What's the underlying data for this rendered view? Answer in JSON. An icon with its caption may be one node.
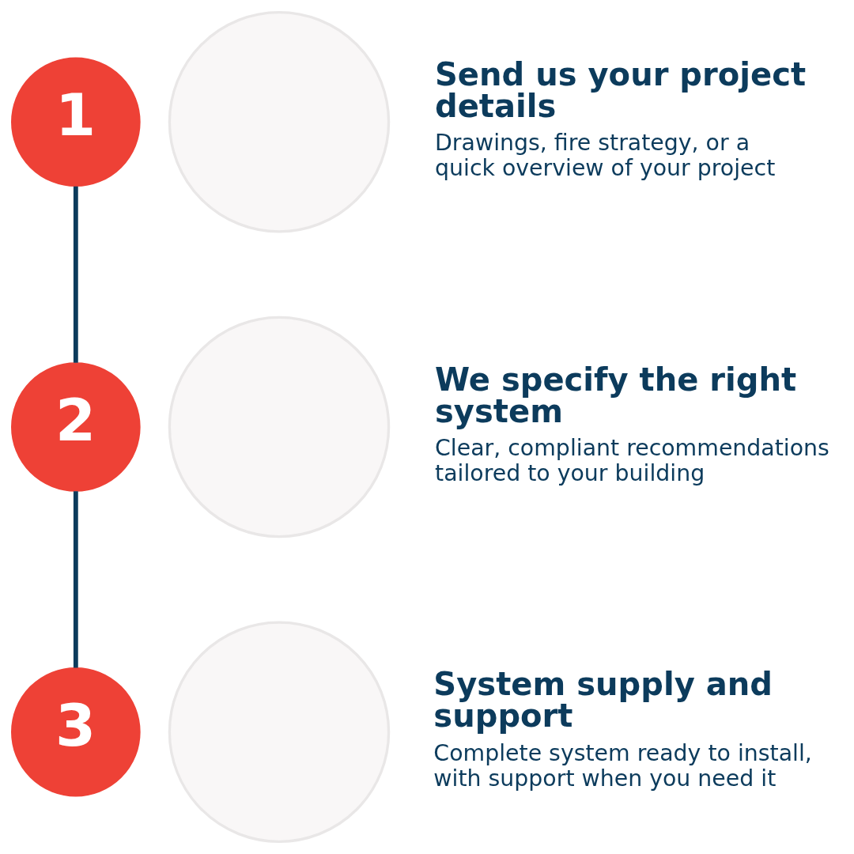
{
  "diagram": {
    "nodes": [
      {
        "text": [
          "1"
        ]
      },
      {
        "text": [],
        "shape": "circle",
        "beside": [
          "Send us your project details",
          "Drawings, fire strategy, or a quick overview of your project"
        ]
      },
      {
        "text": [
          "2"
        ]
      },
      {
        "text": [],
        "shape": "circle",
        "beside": [
          "We specify the right system",
          "Clear, compliant recommendations tailored to your building"
        ]
      },
      {
        "text": [
          "3"
        ]
      },
      {
        "text": [],
        "shape": "circle",
        "beside": [
          "System supply and support",
          "Complete system ready to install, with support when you need it"
        ]
      }
    ],
    "edges": [
      {
        "from": 0,
        "to": 2,
        "arrow": "none"
      },
      {
        "from": 2,
        "to": 4,
        "arrow": "none"
      }
    ]
  }
}
